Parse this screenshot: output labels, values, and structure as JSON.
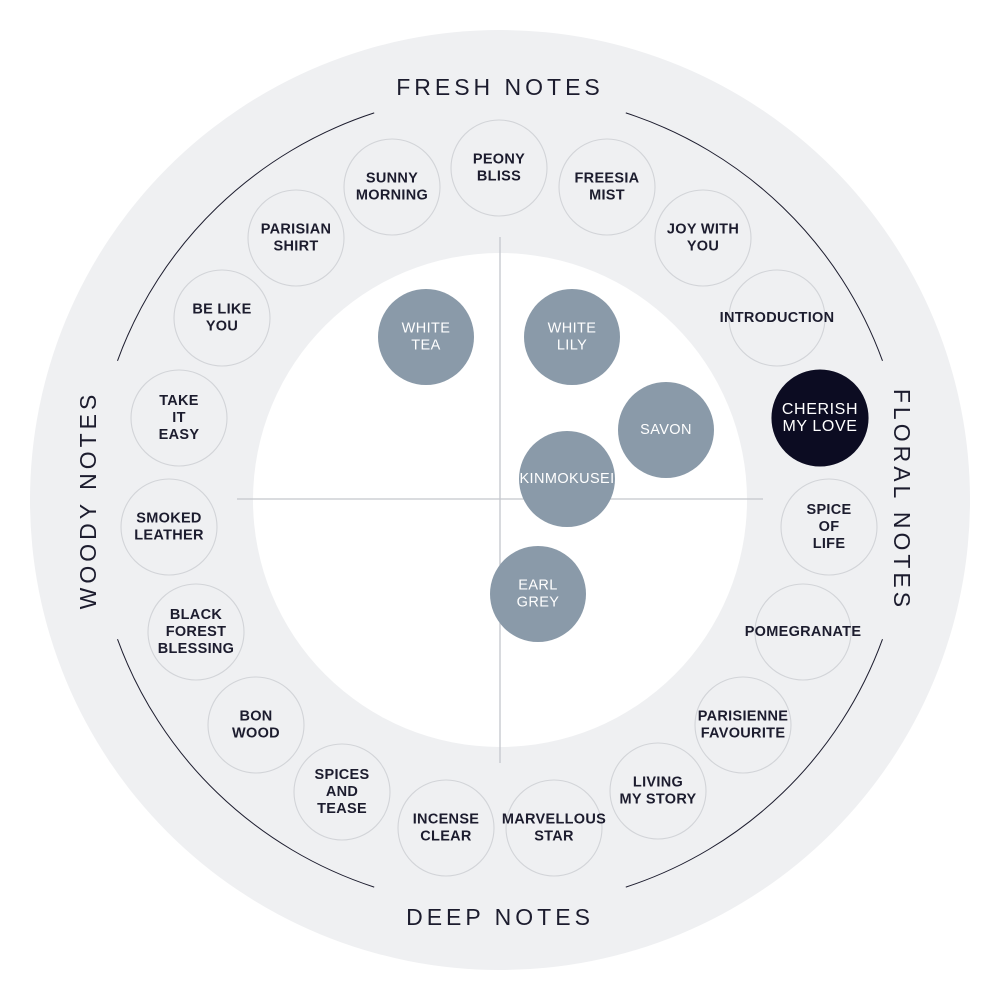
{
  "colors": {
    "outer_disc": "#eff0f2",
    "inner_disc": "#ffffff",
    "bubble_outline": "#d2d4d8",
    "text_dark": "#1c1c2e",
    "selected_fill": "#0c0c22",
    "inner_bubble_fill": "#8a9aa9"
  },
  "section_labels": {
    "top": "FRESH NOTES",
    "right": "FLORAL NOTES",
    "bottom": "DEEP NOTES",
    "left": "WOODY NOTES"
  },
  "ring_scents": [
    {
      "id": "peony-bliss",
      "lines": [
        "PEONY",
        "BLISS"
      ]
    },
    {
      "id": "freesia-mist",
      "lines": [
        "FREESIA",
        "MIST"
      ]
    },
    {
      "id": "joy-with-you",
      "lines": [
        "JOY WITH",
        "YOU"
      ]
    },
    {
      "id": "introduction",
      "lines": [
        "INTRODUCTION"
      ]
    },
    {
      "id": "cherish-my-love",
      "lines": [
        "CHERISH",
        "MY LOVE"
      ],
      "selected": true
    },
    {
      "id": "spice-of-life",
      "lines": [
        "SPICE",
        "OF",
        "LIFE"
      ]
    },
    {
      "id": "pomegranate",
      "lines": [
        "POMEGRANATE"
      ]
    },
    {
      "id": "parisienne-favourite",
      "lines": [
        "PARISIENNE",
        "FAVOURITE"
      ]
    },
    {
      "id": "living-my-story",
      "lines": [
        "LIVING",
        "MY STORY"
      ]
    },
    {
      "id": "marvellous-star",
      "lines": [
        "MARVELLOUS",
        "STAR"
      ]
    },
    {
      "id": "incense-clear",
      "lines": [
        "INCENSE",
        "CLEAR"
      ]
    },
    {
      "id": "spices-and-tease",
      "lines": [
        "SPICES",
        "AND",
        "TEASE"
      ]
    },
    {
      "id": "bon-wood",
      "lines": [
        "BON",
        "WOOD"
      ]
    },
    {
      "id": "black-forest-blessing",
      "lines": [
        "BLACK",
        "FOREST",
        "BLESSING"
      ]
    },
    {
      "id": "smoked-leather",
      "lines": [
        "SMOKED",
        "LEATHER"
      ]
    },
    {
      "id": "take-it-easy",
      "lines": [
        "TAKE",
        "IT",
        "EASY"
      ]
    },
    {
      "id": "be-like-you",
      "lines": [
        "BE LIKE",
        "YOU"
      ]
    },
    {
      "id": "parisian-shirt",
      "lines": [
        "PARISIAN",
        "SHIRT"
      ]
    },
    {
      "id": "sunny-morning",
      "lines": [
        "SUNNY",
        "MORNING"
      ]
    }
  ],
  "inner_scents": [
    {
      "id": "white-tea",
      "lines": [
        "WHITE",
        "TEA"
      ]
    },
    {
      "id": "white-lily",
      "lines": [
        "WHITE",
        "LILY"
      ]
    },
    {
      "id": "savon",
      "lines": [
        "SAVON"
      ]
    },
    {
      "id": "kinmokusei",
      "lines": [
        "KINMOKUSEI"
      ]
    },
    {
      "id": "earl-grey",
      "lines": [
        "EARL",
        "GREY"
      ]
    }
  ]
}
